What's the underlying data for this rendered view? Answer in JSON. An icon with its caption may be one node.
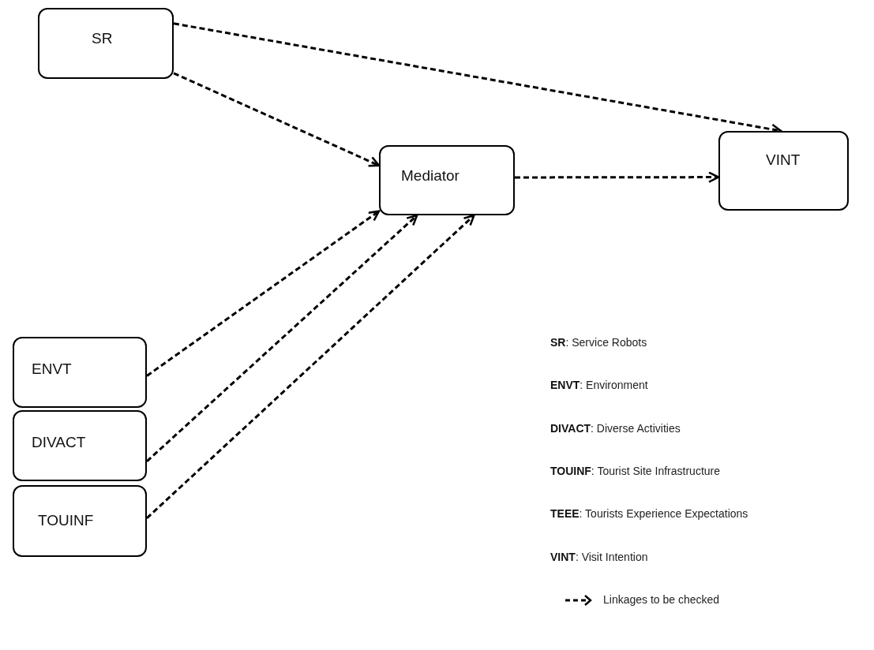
{
  "diagram": {
    "nodes": [
      {
        "text": [
          "SR"
        ]
      },
      {
        "text": [
          "Mediator"
        ]
      },
      {
        "text": [
          "VINT"
        ]
      },
      {
        "text": [
          "ENVT"
        ]
      },
      {
        "text": [
          "DIVACT"
        ]
      },
      {
        "text": [
          "TOUINF"
        ]
      }
    ],
    "edges": [
      {
        "from": 0,
        "to": 2,
        "arrow": "to",
        "style": "dashed"
      },
      {
        "from": 0,
        "to": 1,
        "arrow": "to",
        "style": "dashed"
      },
      {
        "from": 1,
        "to": 2,
        "arrow": "to",
        "style": "dashed"
      },
      {
        "from": 3,
        "to": 1,
        "arrow": "to",
        "style": "dashed"
      },
      {
        "from": 4,
        "to": 1,
        "arrow": "to",
        "style": "dashed"
      },
      {
        "from": 5,
        "to": 1,
        "arrow": "to",
        "style": "dashed"
      }
    ],
    "labels": [
      "**SR**: Service Robots",
      "**ENVT**: Environment",
      "**DIVACT**: Diverse Activities",
      "**TOUINF**:  Tourist Site Infrastructure",
      "**TEEE**:  Tourists Experience Expectations",
      "**VINT**: Visit Intention"
    ],
    "legend": [
      {
        "text": "Linkages to be checked"
      }
    ]
  }
}
